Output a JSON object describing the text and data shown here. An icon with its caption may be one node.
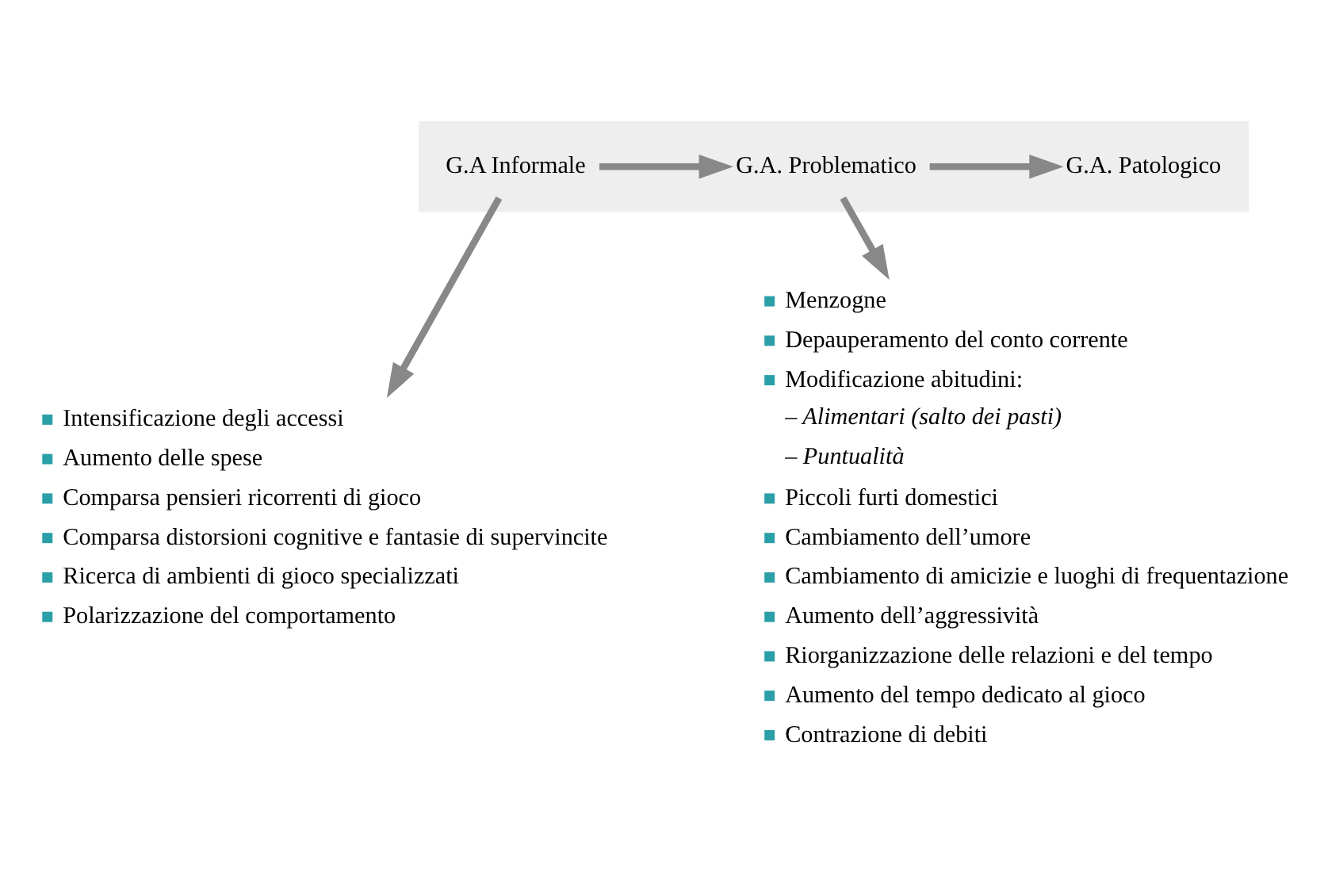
{
  "diagram": {
    "nodes": [
      {
        "text": [],
        "shape": "band"
      },
      {
        "text": [
          "G.A Informale"
        ],
        "in": 0
      },
      {
        "text": [
          "G.A. Problematico"
        ],
        "in": 0
      },
      {
        "text": [
          "G.A. Patologico"
        ],
        "in": 0
      },
      {
        "text": [
          "Intensificazione degli accessi",
          "Aumento delle spese",
          "Comparsa pensieri ricorrenti di gioco",
          "Comparsa distorsioni cognitive e fantasie di supervincite",
          "Ricerca di ambienti di gioco specializzati",
          "Polarizzazione del comportamento"
        ]
      },
      {
        "text": [
          "Menzogne",
          "Depauperamento del conto corrente",
          "Modificazione abitudini:",
          "– Alimentari (salto dei pasti)",
          "– Puntualità",
          "Piccoli furti domestici",
          "Cambiamento dell’umore",
          "Cambiamento di amicizie e luoghi di frequentazione",
          "Aumento dell’aggressività",
          "Riorganizzazione delle relazioni e del tempo",
          "Aumento del tempo dedicato al gioco",
          "Contrazione di debiti"
        ]
      }
    ],
    "edges": [
      {
        "from": 1,
        "to": 2,
        "arrow": "to"
      },
      {
        "from": 2,
        "to": 3,
        "arrow": "to"
      },
      {
        "from": 1,
        "to": 4,
        "arrow": "to"
      },
      {
        "from": 2,
        "to": 5,
        "arrow": "to"
      }
    ]
  }
}
